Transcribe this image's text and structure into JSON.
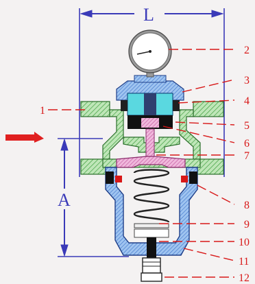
{
  "dimensions": {
    "length_label": "L",
    "height_label": "A"
  },
  "callouts": {
    "c1": "1",
    "c2": "2",
    "c3": "3",
    "c4": "4",
    "c5": "5",
    "c6": "6",
    "c7": "7",
    "c8": "8",
    "c9": "9",
    "c10": "10",
    "c11": "11",
    "c12": "12"
  },
  "colors": {
    "dimension": "#3a3ab8",
    "callout": "#d81818",
    "body_hatch": "#4ab04a",
    "bonnet": "#2c58c8",
    "cap": "#6aa8e8",
    "piston": "#d87ab8",
    "flow_arrow": "#e02020",
    "seat": "#5ad8e0"
  },
  "flow_arrow": {
    "icon": "flow-direction-arrow"
  }
}
